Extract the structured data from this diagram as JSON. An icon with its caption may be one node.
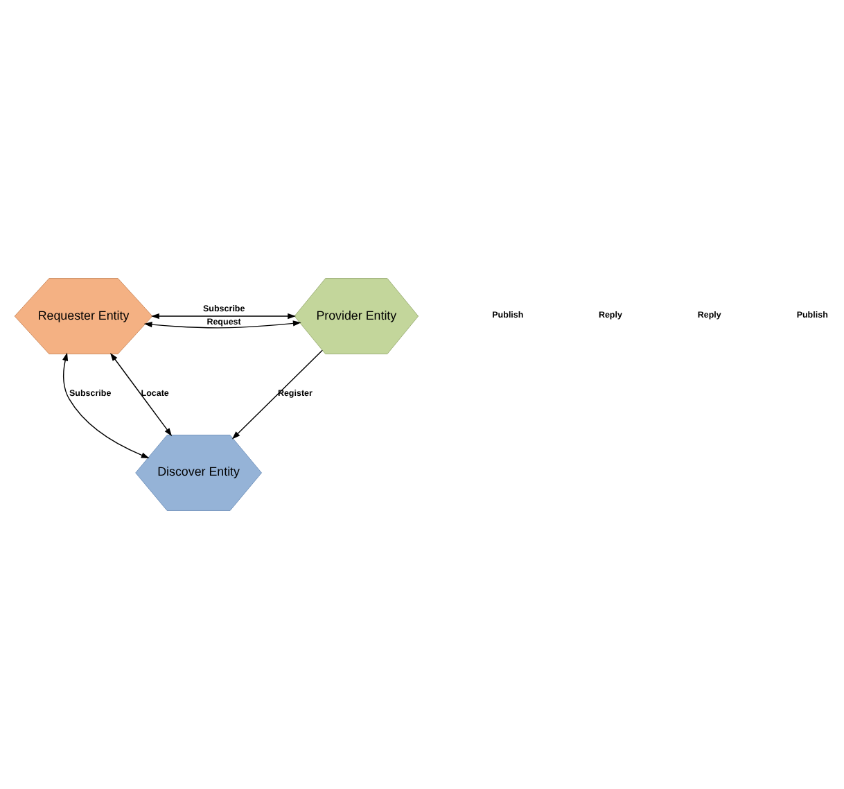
{
  "diagram": {
    "nodes": [
      {
        "text": [
          "Discover Entity"
        ]
      },
      {
        "text": [
          "Requester Entity"
        ]
      },
      {
        "text": [
          "Provider Entity"
        ]
      }
    ],
    "edges": [
      {
        "from": 1,
        "to": 0,
        "arrow": "both",
        "label": "Subscribe"
      },
      {
        "from": 1,
        "to": 0,
        "arrow": "both",
        "label": "Locate"
      },
      {
        "from": 2,
        "to": 0,
        "arrow": "to",
        "label": "Register"
      },
      {
        "from": 1,
        "to": 2,
        "arrow": "both",
        "label": "Request"
      },
      {
        "from": 1,
        "to": 2,
        "arrow": "both",
        "label": "Subscribe"
      }
    ],
    "labels": [
      "Publish",
      "Reply",
      "Reply",
      "Publish"
    ]
  }
}
